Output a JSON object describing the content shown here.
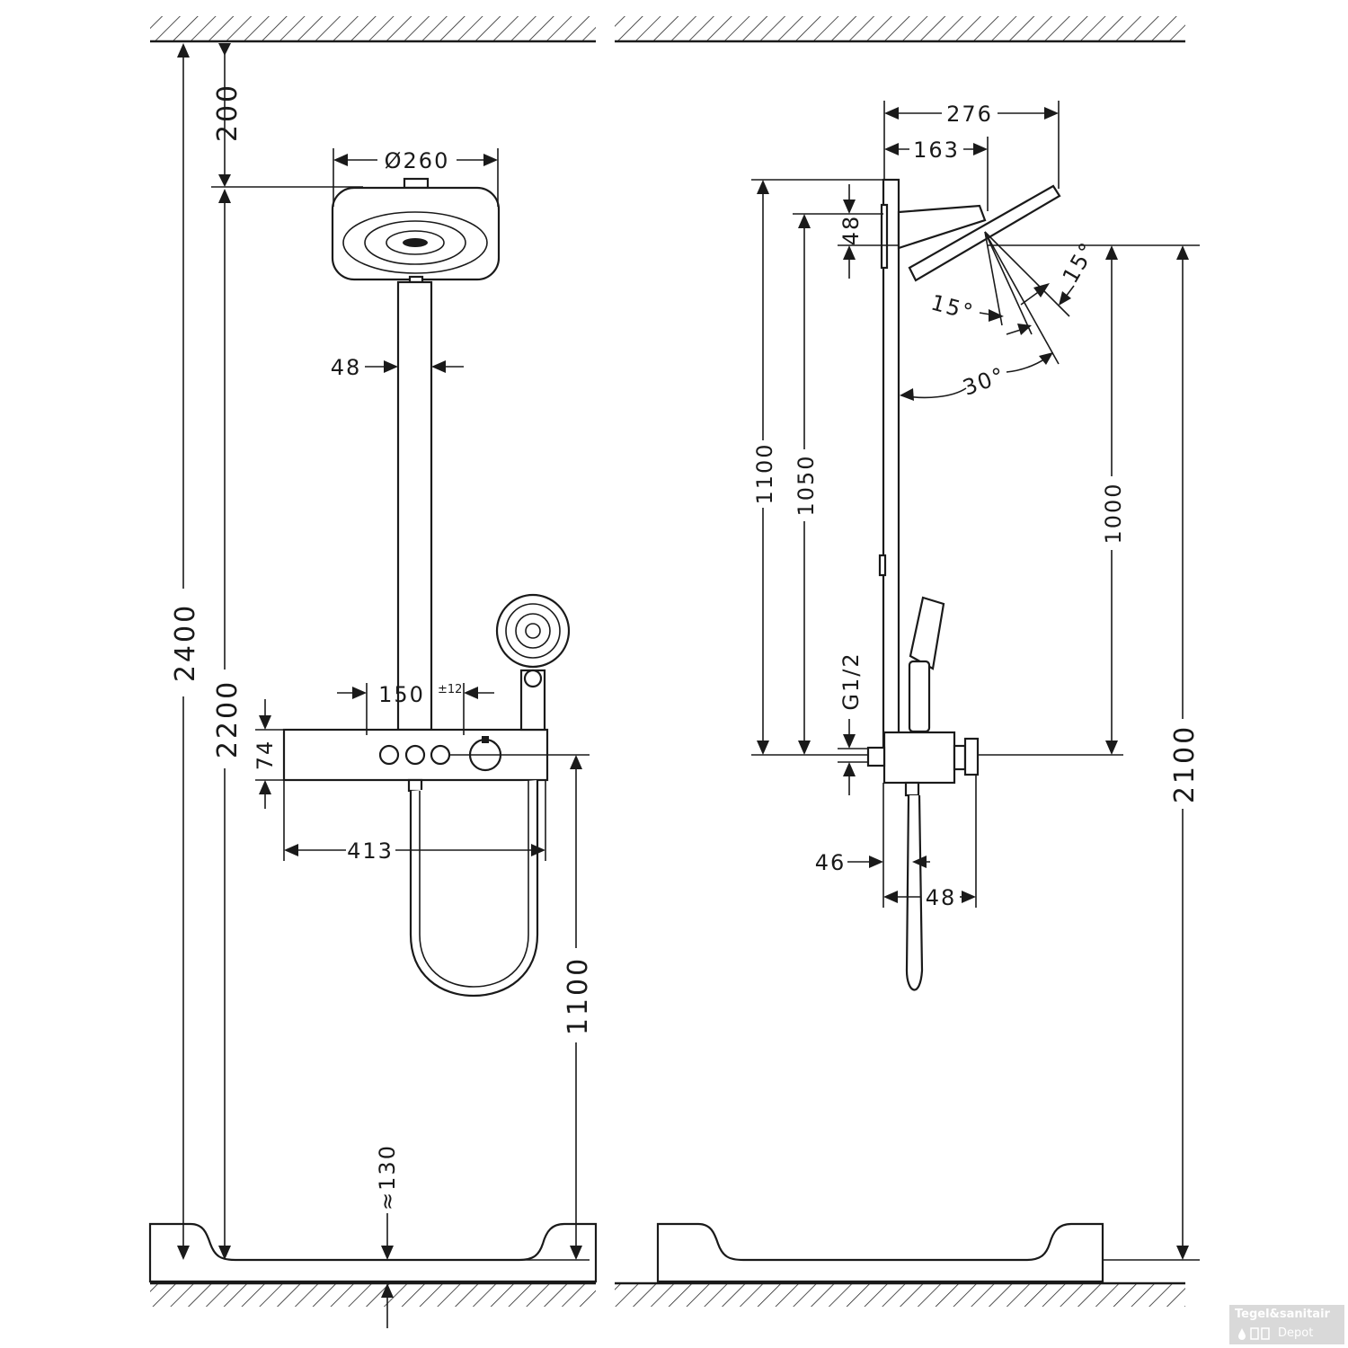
{
  "front_view": {
    "dim_total_height": "2400",
    "dim_ceiling_gap": "200",
    "dim_head_height": "2200",
    "dim_head_diameter": "Ø260",
    "dim_pipe_width": "48",
    "dim_spacing": "150",
    "dim_spacing_tolerance": "±12",
    "dim_thermostat_height": "74",
    "dim_thermostat_width": "413",
    "dim_thermostat_mount": "1100",
    "dim_floor_offset": "≈130"
  },
  "side_view": {
    "dim_head_depth": "276",
    "dim_arm_depth": "163",
    "dim_head_pivot": "48",
    "dim_rail_1100": "1100",
    "dim_rail_1050": "1050",
    "dim_head_1000": "1000",
    "dim_floor_2100": "2100",
    "dim_thread": "G1/2",
    "dim_wall_offset": "46",
    "dim_thermo_depth": "48",
    "angle_up": "15°",
    "angle_down": "15°",
    "angle_total": "30°"
  },
  "watermark": {
    "line1": "Tegel&sanitair",
    "line2": "Depot"
  }
}
